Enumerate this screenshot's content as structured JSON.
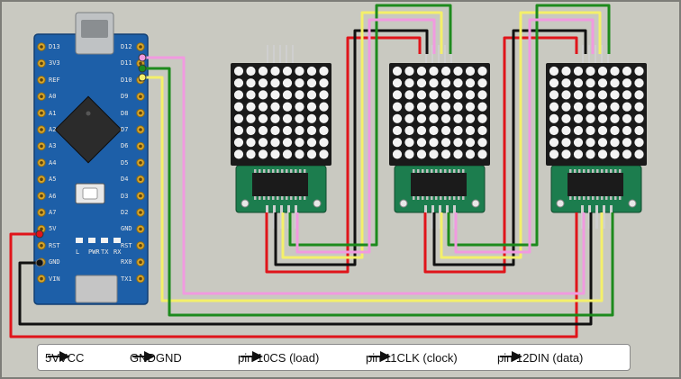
{
  "board": {
    "top_pins": [
      "D13",
      "3V3",
      "REF",
      "A0",
      "A1",
      "A2",
      "A3",
      "A4",
      "A5",
      "A6",
      "A7",
      "5V",
      "RST",
      "GND",
      "VIN"
    ],
    "bottom_pins": [
      "D12",
      "D11",
      "D10",
      "D9",
      "D8",
      "D7",
      "D6",
      "D5",
      "D4",
      "D3",
      "D2",
      "GND",
      "RST",
      "RX0",
      "TX1"
    ],
    "led_labels": [
      "L",
      "PWR",
      "TX",
      "RX"
    ]
  },
  "legend": [
    {
      "from": "5V",
      "to": "VCC"
    },
    {
      "from": "GND",
      "to": "GND"
    },
    {
      "from": "pin 10",
      "to": "CS (load)"
    },
    {
      "from": "pin 11",
      "to": "CLK (clock)"
    },
    {
      "from": "pin 12",
      "to": "DIN (data)"
    }
  ],
  "colors": {
    "background": "#c9c9c1",
    "board": "#1d5fa8",
    "wire_vcc": "#e0141a",
    "wire_gnd": "#111111",
    "wire_cs": "#f4f06a",
    "wire_clk": "#1d8a1d",
    "wire_din": "#f19ae0"
  },
  "modules": 3
}
